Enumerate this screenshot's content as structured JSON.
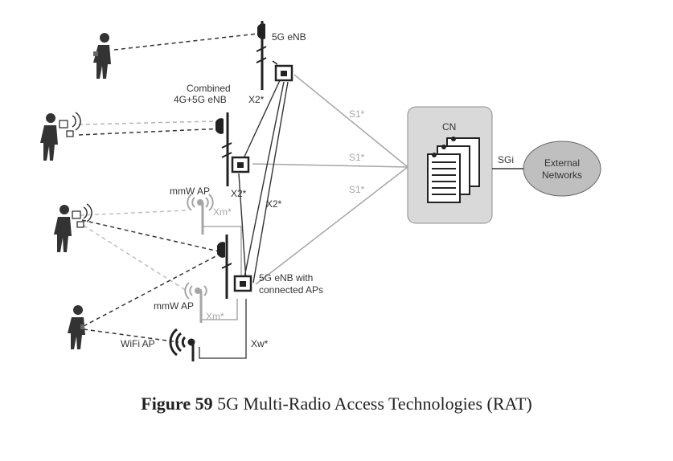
{
  "labels": {
    "enb_top": "5G eNB",
    "combined_line1": "Combined",
    "combined_line2": "4G+5G eNB",
    "mmw_ap_upper": "mmW AP",
    "mmw_ap_lower": "mmW AP",
    "wifi_ap": "WiFi AP",
    "enb_bottom_line1": "5G eNB with",
    "enb_bottom_line2": "connected APs",
    "x2_a": "X2*",
    "x2_b": "X2*",
    "x2_c": "X2*",
    "xm_a": "Xm*",
    "xm_b": "Xm*",
    "xw": "Xw*",
    "s1_a": "S1*",
    "s1_b": "S1*",
    "s1_c": "S1*",
    "cn": "CN",
    "sgi": "SGi",
    "ext_line1": "External",
    "ext_line2": "Networks"
  },
  "caption": {
    "figure": "Figure 59",
    "text": " 5G Multi-Radio Access Technologies (RAT)"
  },
  "colors": {
    "dark": "#333333",
    "grey": "#a6a6a6",
    "cn_fill": "#d9d9d9",
    "ext_fill": "#bfbfbf"
  }
}
